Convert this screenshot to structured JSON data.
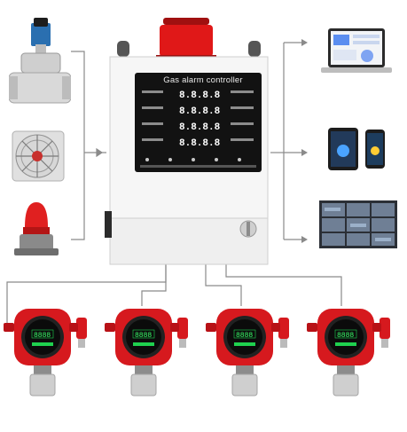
{
  "controller": {
    "title": "Gas alarm controller",
    "readout": "8.8.8.8",
    "channel_count": 4
  },
  "inputs": [
    "solenoid-valve",
    "exhaust-fan",
    "strobe-light"
  ],
  "outputs": [
    "laptop",
    "mobile-devices",
    "video-wall"
  ],
  "detectors": {
    "count": 4,
    "display": "8888"
  },
  "colors": {
    "enclosure": "#f4f4f4",
    "display_panel": "#121212",
    "digits": "#ffffff",
    "beacon": "#d81818",
    "detector_body": "#d6191e",
    "detector_face": "#0b0b0b",
    "connector": "#777777"
  }
}
